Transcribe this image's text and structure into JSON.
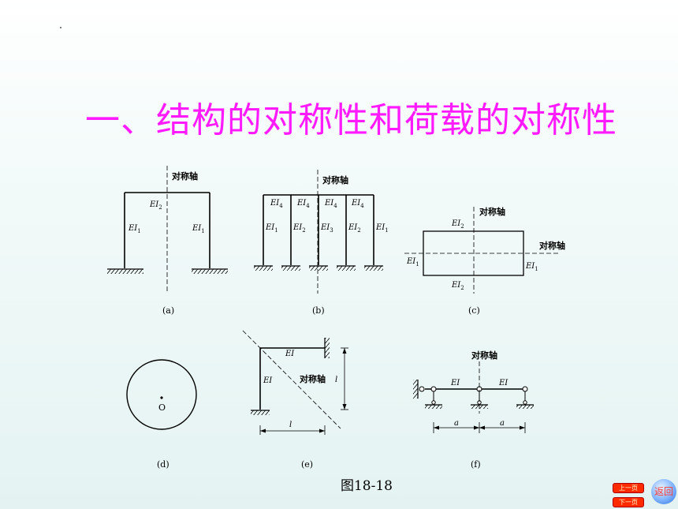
{
  "title": "一、结构的对称性和荷载的对称性",
  "caption": "图18-18",
  "axis_label": "对称轴",
  "figures": {
    "a": {
      "label": "(a)",
      "beam": "EI2",
      "col_left": "EI1",
      "col_right": "EI1"
    },
    "b": {
      "label": "(b)",
      "beams": [
        "EI4",
        "EI4",
        "EI4",
        "EI4"
      ],
      "cols": [
        "EI1",
        "EI2",
        "EI3",
        "EI2",
        "EI1"
      ]
    },
    "c": {
      "label": "(c)",
      "top": "EI2",
      "bottom": "EI2",
      "left": "EI1",
      "right": "EI1"
    },
    "d": {
      "label": "(d)",
      "center": "O"
    },
    "e": {
      "label": "(e)",
      "beam": "EI",
      "col": "EI",
      "dim_h": "l",
      "dim_v": "l"
    },
    "f": {
      "label": "(f)",
      "span1": "EI",
      "span2": "EI",
      "dim1": "a",
      "dim2": "a"
    }
  },
  "nav": {
    "prev": "上一页",
    "next": "下一页",
    "return": "返回"
  },
  "colors": {
    "title": "#ff1aff",
    "nav_button": "#ff2a00",
    "return_button": "#2d6fe0"
  }
}
